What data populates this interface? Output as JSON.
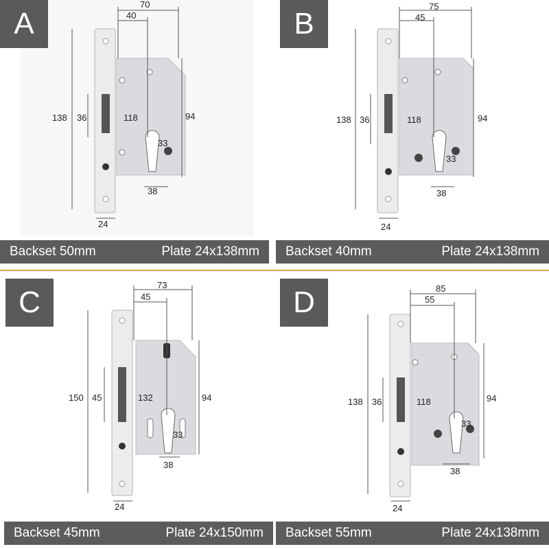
{
  "panels": [
    {
      "letter": "A",
      "backset_label": "Backset 50mm",
      "plate_label": "Plate 24x138mm",
      "dims": {
        "top_outer": "70",
        "top_inner": "40",
        "height_outer": "138",
        "latch": "36",
        "height_inner": "118",
        "body": "94",
        "cyl": "33",
        "bottom": "38",
        "width": "24"
      }
    },
    {
      "letter": "B",
      "backset_label": "Backset 40mm",
      "plate_label": "Plate 24x138mm",
      "dims": {
        "top_outer": "75",
        "top_inner": "45",
        "height_outer": "138",
        "latch": "36",
        "height_inner": "118",
        "body": "94",
        "cyl": "33",
        "bottom": "38",
        "width": "24"
      }
    },
    {
      "letter": "C",
      "backset_label": "Backset 45mm",
      "plate_label": "Plate 24x150mm",
      "dims": {
        "top_outer": "73",
        "top_inner": "45",
        "height_outer": "150",
        "latch": "45",
        "height_inner": "132",
        "body": "94",
        "cyl": "33",
        "bottom": "38",
        "width": "24"
      }
    },
    {
      "letter": "D",
      "backset_label": "Backset 55mm",
      "plate_label": "Plate 24x138mm",
      "dims": {
        "top_outer": "85",
        "top_inner": "55",
        "height_outer": "138",
        "latch": "36",
        "height_inner": "118",
        "body": "94",
        "cyl": "33",
        "bottom": "38",
        "width": "24"
      }
    }
  ],
  "colors": {
    "badge": "#5a5a5a",
    "caption_bar": "#5c5c5c",
    "divider": "#e1a84a",
    "plate": "#e6e6e6",
    "body": "#d9dbdf"
  }
}
